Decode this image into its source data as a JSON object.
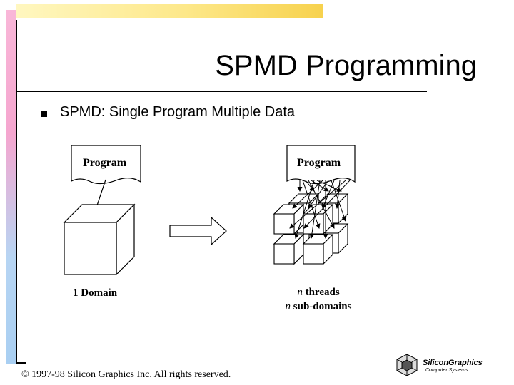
{
  "slide": {
    "title": "SPMD Programming",
    "bullet": "SPMD: Single Program Multiple Data"
  },
  "diagram": {
    "left_program": "Program",
    "right_program": "Program",
    "left_caption": "1 Domain",
    "right_caption_line1_var": "n",
    "right_caption_line1_rest": " threads",
    "right_caption_line2_var": "n",
    "right_caption_line2_rest": " sub-domains"
  },
  "footer": {
    "copyright": "© 1997-98 Silicon Graphics Inc. All rights reserved.",
    "logo_name": "SiliconGraphics",
    "logo_sub": "Computer Systems"
  },
  "colors": {
    "top_bar": "#f7d24e",
    "side_bar_top": "#f5a6cf",
    "side_bar_bottom": "#a9cff2"
  }
}
